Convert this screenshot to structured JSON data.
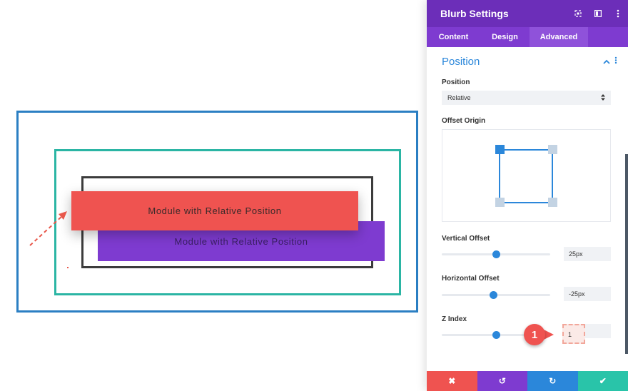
{
  "canvas": {
    "module_front_label": "Module with Relative Position",
    "module_back_label": "Module with Relative Position",
    "colors": {
      "outer": "#2b7fc3",
      "middle": "#2bb5a4",
      "inner": "#3c3c3c",
      "front": "#ef5350",
      "back": "#7e3bd0"
    }
  },
  "panel": {
    "title": "Blurb Settings",
    "header_icons": [
      "expand-icon",
      "sidebar-icon",
      "more-icon"
    ],
    "tabs": [
      {
        "label": "Content",
        "active": false
      },
      {
        "label": "Design",
        "active": false
      },
      {
        "label": "Advanced",
        "active": true
      }
    ],
    "section": {
      "title": "Position",
      "position_label": "Position",
      "position_value": "Relative",
      "offset_origin_label": "Offset Origin",
      "offset_origin_selected": "top-left",
      "vertical_offset_label": "Vertical Offset",
      "vertical_offset_value": "25px",
      "vertical_offset_slider": 0.5,
      "horizontal_offset_label": "Horizontal Offset",
      "horizontal_offset_value": "-25px",
      "horizontal_offset_slider": 0.48,
      "z_index_label": "Z Index",
      "z_index_value": "1",
      "z_index_slider": 0.5
    },
    "callout_badge": "1",
    "footer": {
      "cancel_icon": "✖",
      "undo_icon": "↺",
      "redo_icon": "↻",
      "save_icon": "✔",
      "colors": [
        "#ef5350",
        "#7e3bd0",
        "#2b87da",
        "#29c4a9"
      ]
    }
  }
}
